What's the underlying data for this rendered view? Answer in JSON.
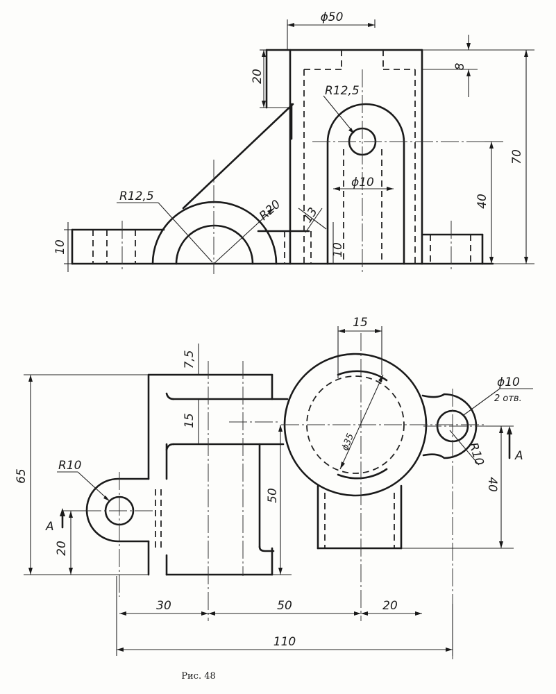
{
  "caption": "Рис. 48",
  "top_view": {
    "dims": {
      "d50": "ϕ50",
      "h20": "20",
      "h8": "8",
      "h70": "70",
      "r125_top": "R12,5",
      "d10": "ϕ10",
      "h40": "40",
      "r125_left": "R12,5",
      "r20": "R20",
      "t13": "13",
      "h10_left": "10",
      "h10_mid": "10"
    }
  },
  "bottom_view": {
    "dims": {
      "w15_top": "15",
      "w75": "7,5",
      "w15_slot": "15",
      "h65": "65",
      "r10_left": "R10",
      "h20": "20",
      "h50": "50",
      "d35": "ϕ35",
      "d10_holes": "ϕ10",
      "holes_count": "2 отв.",
      "r10_right": "R10",
      "h40": "40",
      "w30": "30",
      "w50": "50",
      "w20": "20",
      "w110": "110"
    },
    "section": {
      "left": "А",
      "right": "А"
    }
  }
}
